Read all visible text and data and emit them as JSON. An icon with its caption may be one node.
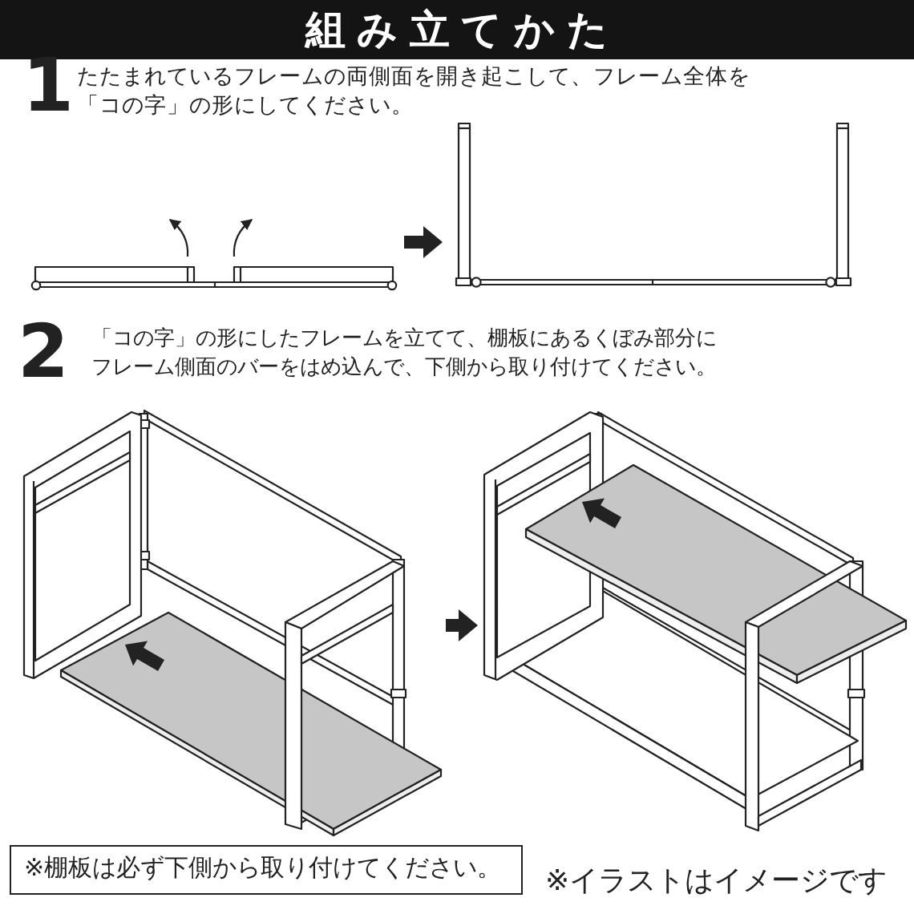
{
  "diagram": {
    "title": "組み立てかた",
    "nodes": [
      {
        "text": [],
        "shape": "picture"
      },
      {
        "text": [],
        "shape": "picture"
      },
      {
        "text": [],
        "shape": "picture"
      },
      {
        "text": [],
        "shape": "picture"
      },
      {
        "text": [
          "※棚板は必ず下側から取り付けてください。"
        ]
      }
    ],
    "edges": [
      {
        "from": 0,
        "to": 1,
        "arrow": "to"
      },
      {
        "from": 2,
        "to": 3,
        "arrow": "to"
      }
    ],
    "labels": [
      "1",
      "たたまれているフレームの両側面を開き起こして、フレーム全体を「コの字」の形にしてください。",
      "2",
      "「コの字」の形にしたフレームを立てて、棚板にあるくぼみ部分にフレーム側面のバーをはめ込んで、下側から取り付けてください。",
      "※イラストはイメージです"
    ]
  }
}
